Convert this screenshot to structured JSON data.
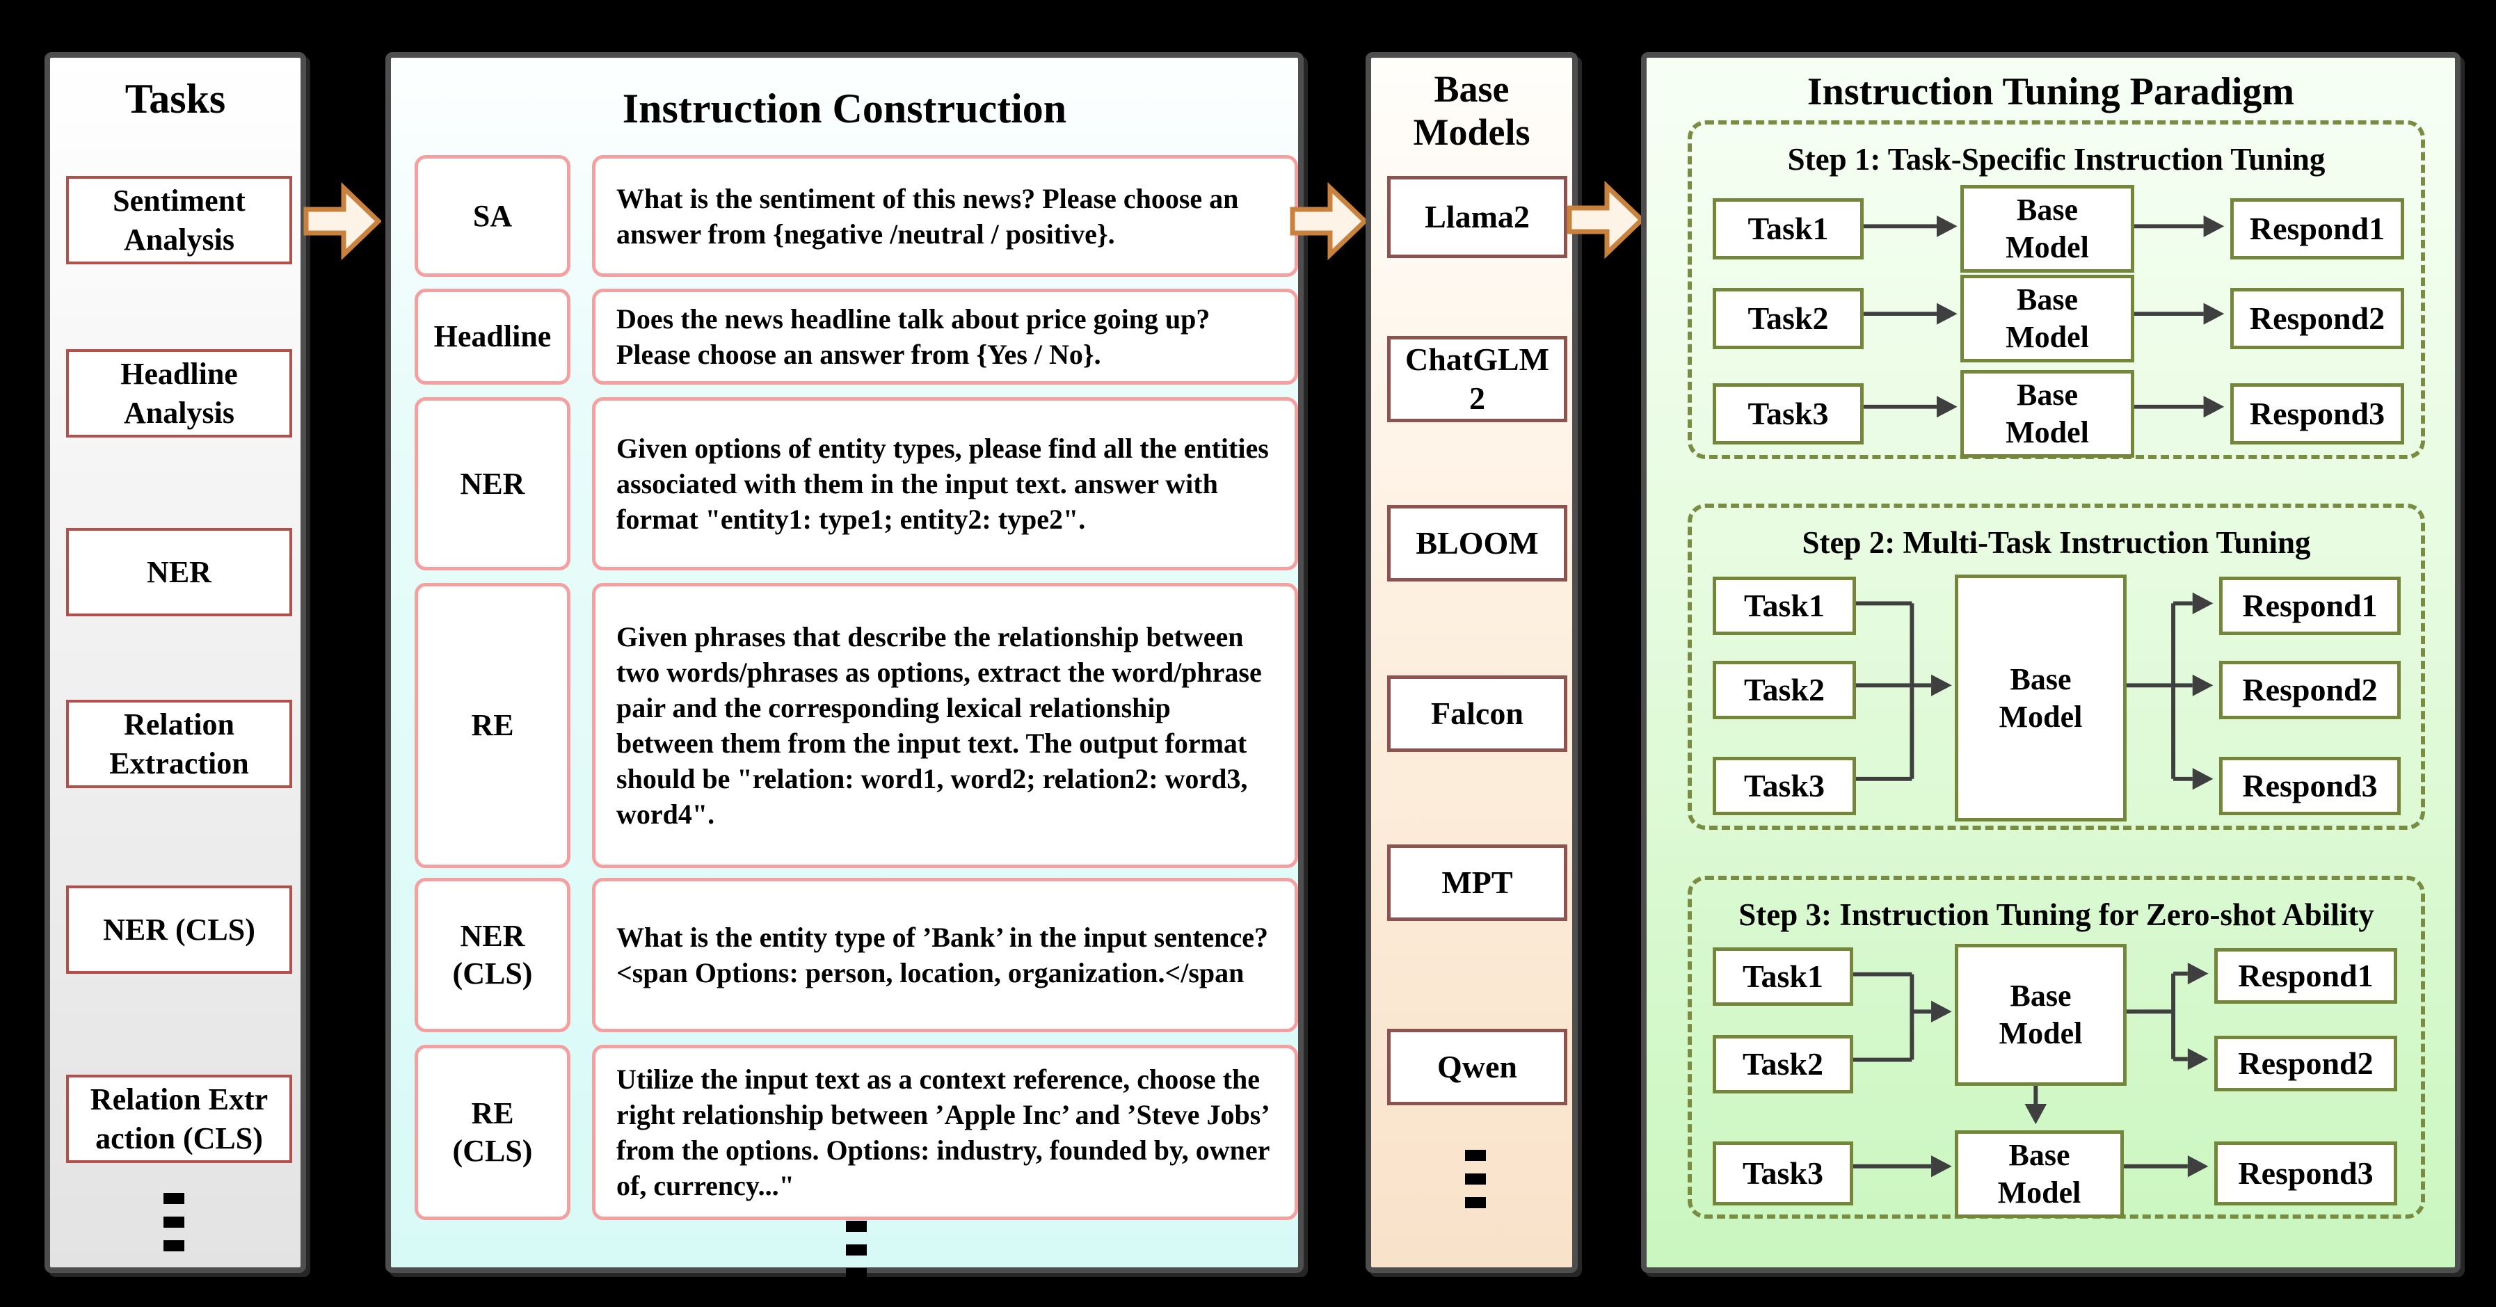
{
  "colors": {
    "background": "#000000",
    "panel_border": "#4e4e4e",
    "tasks_box_border": "#b4504b",
    "instruction_box_border": "#f4a0a0",
    "base_model_box_border": "#8c5350",
    "paradigm_box_border": "#74863a",
    "step_dashed_border": "#7a8c42",
    "connector": "#3f3f3f",
    "flow_arrow_fill": "#fdf3e6",
    "flow_arrow_border": "#c9813e",
    "tasks_panel_bg": "#e3e3e3",
    "instruction_panel_bg": "#d8faf6",
    "base_models_panel_bg": "#f9e2ca",
    "paradigm_panel_bg": "#caf6bf"
  },
  "tasks": {
    "title": "Tasks",
    "items": [
      "Sentiment\nAnalysis",
      "Headline\nAnalysis",
      "NER",
      "Relation\nExtraction",
      "NER (CLS)",
      "Relation Extr\naction (CLS)"
    ]
  },
  "instruction_construction": {
    "title": "Instruction Construction",
    "rows": [
      {
        "label": "SA",
        "text": "What is the sentiment of this news? Please choose an answer from {negative /neutral / positive}."
      },
      {
        "label": "Headline",
        "text": "Does the news headline talk about price going up? Please choose an answer from {Yes / No}."
      },
      {
        "label": "NER",
        "text": "Given options of entity types, please find all the entities associated with them in the input text. answer with format \"entity1: type1; entity2: type2\"."
      },
      {
        "label": "RE",
        "text": "Given phrases that describe the relationship between two words/phrases as options, extract the word/phrase pair and the corresponding lexical relationship between them from the input text. The output format should be \"relation: word1, word2; relation2: word3, word4\"."
      },
      {
        "label": "NER\n(CLS)",
        "text": "What is the entity type of ’Bank’ in the input sentence?<span Options: person, location, organization.</span"
      },
      {
        "label": "RE\n(CLS)",
        "text": "Utilize the input text as a context reference, choose the right relationship between ’Apple Inc’ and ’Steve Jobs’ from the options. Options: industry, founded by, owner of, currency...\""
      }
    ]
  },
  "base_models": {
    "title": "Base\nModels",
    "items": [
      "Llama2",
      "ChatGLM\n2",
      "BLOOM",
      "Falcon",
      "MPT",
      "Qwen"
    ]
  },
  "paradigm": {
    "title": "Instruction Tuning Paradigm",
    "model_label": "Base\nModel",
    "steps": [
      {
        "title": "Step 1: Task-Specific Instruction Tuning",
        "tasks": [
          "Task1",
          "Task2",
          "Task3"
        ],
        "responds": [
          "Respond1",
          "Respond2",
          "Respond3"
        ]
      },
      {
        "title": "Step 2: Multi-Task Instruction Tuning",
        "tasks": [
          "Task1",
          "Task2",
          "Task3"
        ],
        "responds": [
          "Respond1",
          "Respond2",
          "Respond3"
        ]
      },
      {
        "title": "Step 3: Instruction Tuning for Zero-shot Ability",
        "tasks": [
          "Task1",
          "Task2",
          "Task3"
        ],
        "responds": [
          "Respond1",
          "Respond2",
          "Respond3"
        ]
      }
    ]
  }
}
